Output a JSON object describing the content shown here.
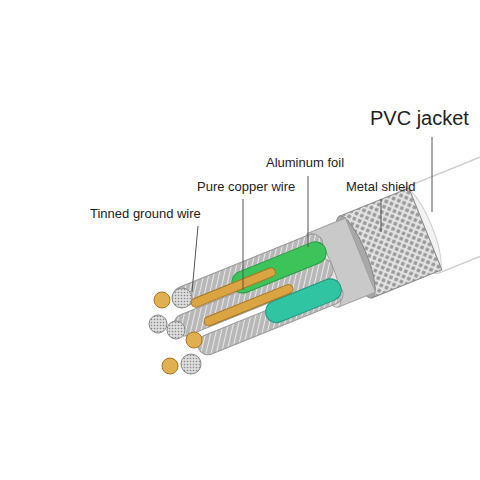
{
  "diagram": {
    "labels": [
      "PVC jacket",
      "Aluminum foil",
      "Metal shield",
      "Pure copper wire",
      "Tinned ground wire"
    ]
  }
}
